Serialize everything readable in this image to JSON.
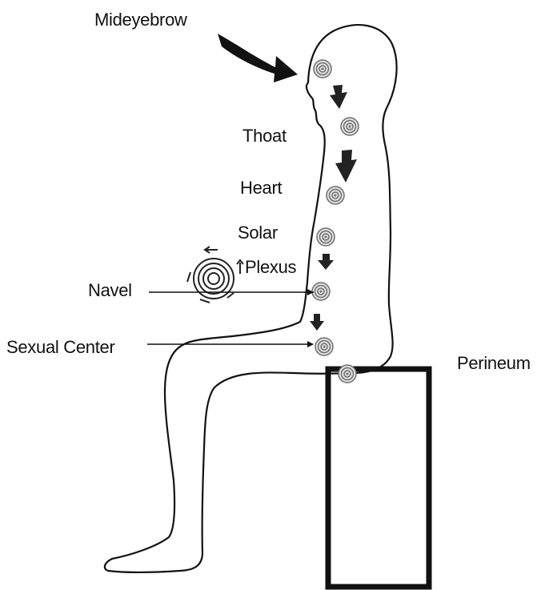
{
  "labels": {
    "mideyebrow": "Mideyebrow",
    "throat": "Thoat",
    "heart": "Heart",
    "solar": "Solar",
    "plexus": "Plexus",
    "navel": "Navel",
    "sexual_center": "Sexual Center",
    "perineum": "Perineum"
  },
  "colors": {
    "ink": "#111111",
    "chakra": "#8a8a8a",
    "background": "#ffffff"
  }
}
